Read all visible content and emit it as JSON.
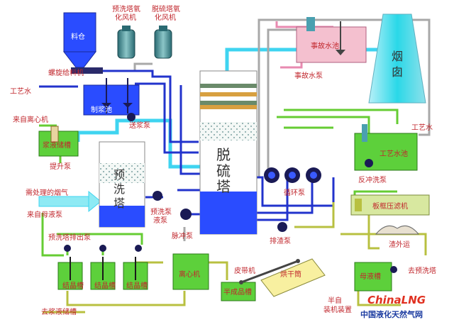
{
  "labels": {
    "silo": "料仓",
    "screw_feeder": "螺旋给料机",
    "prewash_fan": "预洗塔氧化风机",
    "desulf_fan": "脱硫塔氧化风机",
    "process_water_1": "工艺水",
    "slurry_tank": "制浆池",
    "feed_pump": "送浆泵",
    "from_centrifuge": "来自离心机",
    "slurry_storage": "浆液储槽",
    "lift_pump": "提升泵",
    "prewash_tower": "预洗塔",
    "flue_gas_in": "需处理的烟气",
    "from_mother_liquor": "来自母液泵",
    "prewash_pump": "预洗泵",
    "washing_pump": "液泵",
    "pulse_pump": "脉冲泵",
    "desulf_tower": "脱硫塔",
    "circ_pump": "循环泵",
    "slag_pump": "排渣泵",
    "accident_tank": "事故水池",
    "accident_pump": "事故水泵",
    "chimney": "烟囱",
    "process_water_2": "工艺水",
    "process_pool": "工艺水池",
    "backwash_pump": "反冲洗泵",
    "filter_press": "板框压滤机",
    "slag_out": "渣外运",
    "prewash_discharge": "预洗塔排出泵",
    "crystal_tank_1": "结晶槽",
    "crystal_tank_2": "结晶槽",
    "crystal_tank_3": "结晶槽",
    "centrifuge": "离心机",
    "belt_conveyor": "皮带机",
    "dryer": "烘干筒",
    "semi_product": "半成品槽",
    "mother_tank": "母液槽",
    "to_prewash": "去预洗塔",
    "to_slurry": "去浆液储槽",
    "semi_auto": "半自",
    "packing_machine": "装机装置"
  },
  "watermark": {
    "brand": "ChinaLNG",
    "sub": "中国液化天然气网"
  },
  "colors": {
    "pipe_cyan": "#3fd4f0",
    "pipe_blue": "#2233cc",
    "pipe_green": "#66cc33",
    "pipe_gray": "#a8a8a8",
    "pipe_pink": "#e88ab0",
    "pipe_olive": "#b8c040",
    "tank_blue": "#2a4cff",
    "tank_green": "#5dd03b",
    "pool_pink": "#f4c0cf",
    "label_red": "#c1272d"
  }
}
